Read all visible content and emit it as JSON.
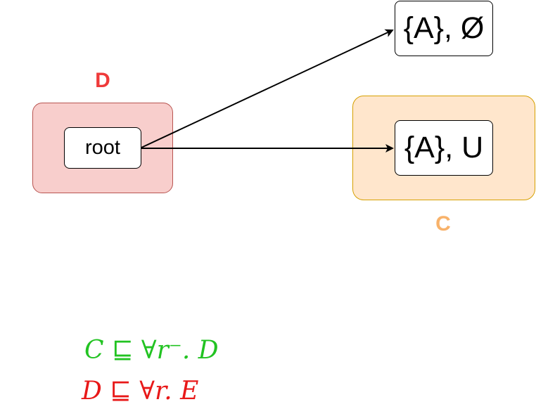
{
  "colors": {
    "group_d_fill": "#f8cecc",
    "group_d_stroke": "#b85450",
    "group_c_fill": "#ffe6cc",
    "group_c_stroke": "#d6a000",
    "label_d": "#ef3a3a",
    "label_c": "#f8b26a",
    "formula_c": "#22c322",
    "formula_d": "#e81818"
  },
  "groups": {
    "d_label": "D",
    "c_label": "C"
  },
  "nodes": {
    "root": "root",
    "top_set": "{A}, Ø",
    "mid_set": "{A}, U"
  },
  "formulas": {
    "c_axiom": "C ⊑ ∀r⁻. D",
    "d_axiom": "D ⊑ ∀r. E"
  }
}
